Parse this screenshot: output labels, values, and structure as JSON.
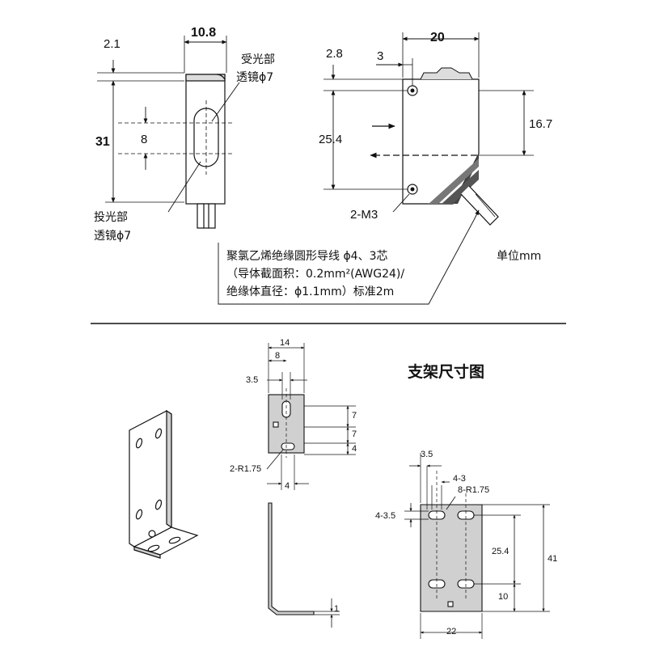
{
  "top": {
    "front": {
      "dim_width": "10.8",
      "dim_offset": "2.1",
      "dim_height": "31",
      "dim_lens_pitch": "8",
      "receiver_label_1": "受光部",
      "receiver_label_2": "透镜ϕ7",
      "emitter_label_1": "投光部",
      "emitter_label_2": "透镜ϕ7"
    },
    "side": {
      "dim_width": "20",
      "dim_hole_offset": "2.8",
      "dim_hole_x": "3",
      "dim_hole_pitch": "25.4",
      "dim_axis": "16.7",
      "screw_label": "2-M3"
    },
    "cable": {
      "line1": "聚氯乙烯绝缘圆形导线 ϕ4、3芯",
      "line2": "（导体截面积：0.2mm²(AWG24)/",
      "line3": "绝缘体直径：ϕ1.1mm）标准2m"
    },
    "unit": "单位mm"
  },
  "bottom": {
    "title": "支架尺寸图",
    "front": {
      "dim_width": "14",
      "dim_center": "8",
      "dim_slot": "3.5",
      "dim_slot_len_1": "7",
      "dim_slot_len_2": "7",
      "dim_slot_end": "4",
      "radius_label": "2-R1.75",
      "dim_bottom": "4"
    },
    "side": {
      "dim_thickness": "1"
    },
    "back": {
      "dim_slot_w": "3.5",
      "dim_hole_pitch_label": "4-3",
      "radius_label": "8-R1.75",
      "dim_slot_h": "4-3.5",
      "dim_pitch": "25.4",
      "dim_height": "41",
      "dim_bottom": "10",
      "dim_width": "22"
    }
  }
}
